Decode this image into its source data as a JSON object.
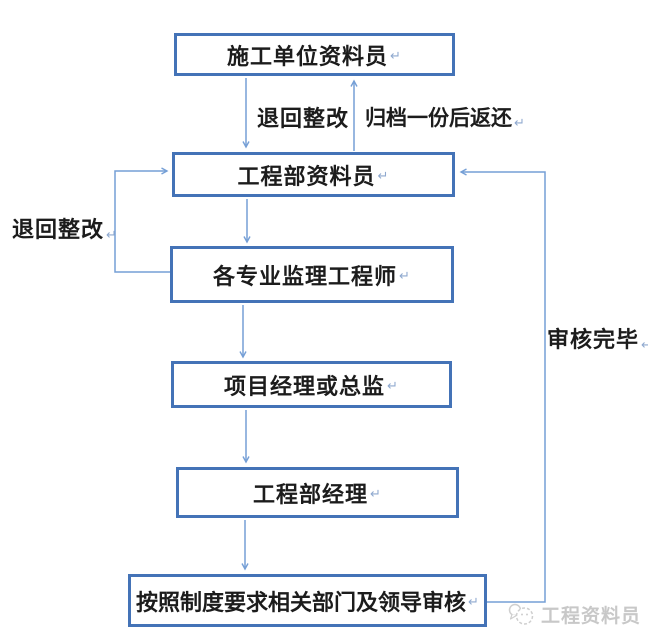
{
  "diagram": {
    "paragraph_mark": "↵",
    "nodes": [
      {
        "id": "construction-unit-clerk",
        "label": "施工单位资料员"
      },
      {
        "id": "engineering-dept-clerk",
        "label": "工程部资料员"
      },
      {
        "id": "supervision-engineers",
        "label": "各专业监理工程师"
      },
      {
        "id": "project-manager-or-chief",
        "label": "项目经理或总监"
      },
      {
        "id": "engineering-dept-manager",
        "label": "工程部经理"
      },
      {
        "id": "dept-leader-review",
        "label": "按照制度要求相关部门及领导审核"
      }
    ],
    "edge_labels": {
      "return_rectify_top": "退回整改",
      "archive_and_return": "归档一份后返还",
      "return_rectify_left": "退回整改",
      "review_complete": "审核完毕"
    },
    "watermark": {
      "text": "工程资料员"
    },
    "colors": {
      "box_border": "#4473b7",
      "connector": "#759fd6",
      "ink": "#1c1c1c",
      "watermark": "#c8c8c8"
    }
  }
}
